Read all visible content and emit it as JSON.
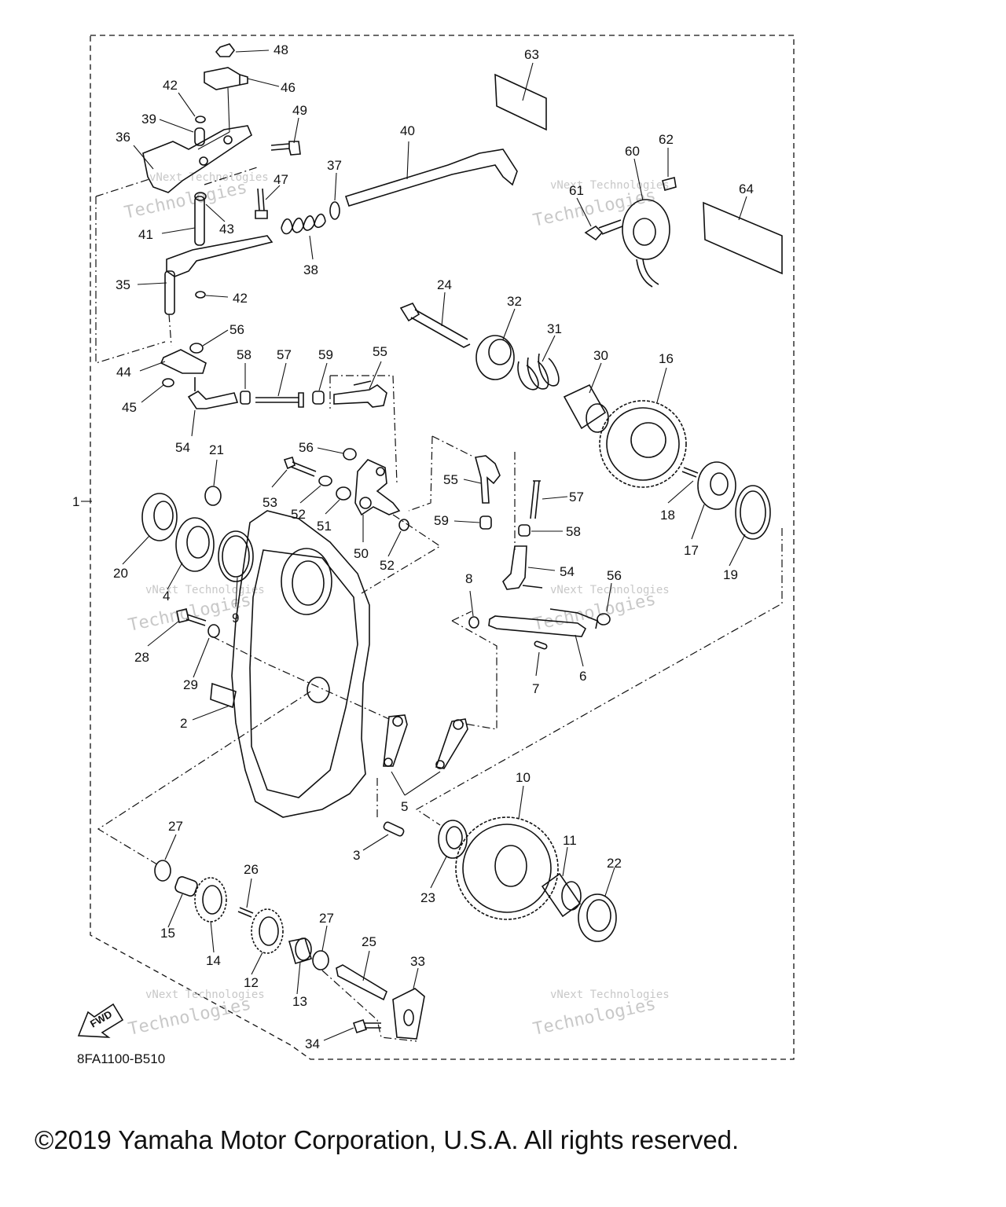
{
  "diagram": {
    "drawing_code": "8FA1100-B510",
    "fwd_label": "FWD",
    "watermark_line1": "vNext Technologies",
    "watermark_line2": "Technologies",
    "watermark_line3": "vNext",
    "part_numbers": [
      "1",
      "2",
      "3",
      "4",
      "5",
      "6",
      "7",
      "8",
      "9",
      "10",
      "11",
      "12",
      "13",
      "14",
      "15",
      "16",
      "17",
      "18",
      "19",
      "20",
      "21",
      "22",
      "23",
      "24",
      "25",
      "26",
      "27",
      "27",
      "28",
      "29",
      "30",
      "31",
      "32",
      "33",
      "34",
      "35",
      "36",
      "37",
      "38",
      "39",
      "40",
      "41",
      "42",
      "42",
      "43",
      "44",
      "45",
      "46",
      "47",
      "48",
      "49",
      "50",
      "51",
      "52",
      "52",
      "53",
      "54",
      "54",
      "55",
      "55",
      "56",
      "56",
      "56",
      "57",
      "57",
      "58",
      "58",
      "59",
      "59",
      "60",
      "61",
      "62",
      "63",
      "64"
    ]
  },
  "footer": {
    "copyright": "©2019 Yamaha Motor Corporation, U.S.A. All rights reserved."
  }
}
